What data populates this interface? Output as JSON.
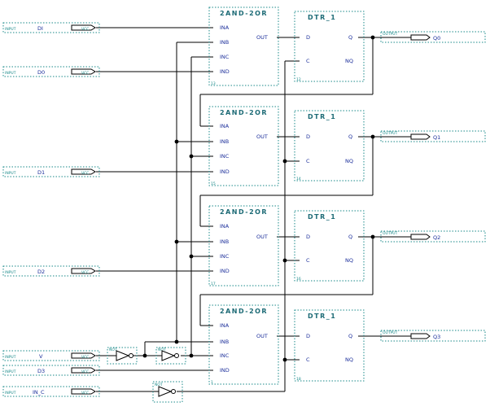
{
  "schematic": {
    "and_or_blocks": [
      {
        "title": "2AND-2OR",
        "pins": [
          "INA",
          "INB",
          "INC",
          "IND"
        ],
        "out": "OUT",
        "inst": "13"
      },
      {
        "title": "2AND-2OR",
        "pins": [
          "INA",
          "INB",
          "INC",
          "IND"
        ],
        "out": "OUT",
        "inst": "15"
      },
      {
        "title": "2AND-2OR",
        "pins": [
          "INA",
          "INB",
          "INC",
          "IND"
        ],
        "out": "OUT",
        "inst": "17"
      },
      {
        "title": "2AND-2OR",
        "pins": [
          "INA",
          "INB",
          "INC",
          "IND"
        ],
        "out": "OUT",
        "inst": "1"
      }
    ],
    "flipflops": [
      {
        "title": "DTR_1",
        "d": "D",
        "q": "Q",
        "c": "C",
        "nq": "NQ",
        "inst": "12"
      },
      {
        "title": "DTR_1",
        "d": "D",
        "q": "Q",
        "c": "C",
        "nq": "NQ",
        "inst": "14"
      },
      {
        "title": "DTR_1",
        "d": "D",
        "q": "Q",
        "c": "C",
        "nq": "NQ",
        "inst": "16"
      },
      {
        "title": "DTR_1",
        "d": "D",
        "q": "Q",
        "c": "C",
        "nq": "NQ",
        "inst": "18"
      }
    ],
    "inputs": [
      {
        "name": "DI",
        "tag": "VCC"
      },
      {
        "name": "D0",
        "tag": "VCC"
      },
      {
        "name": "D1",
        "tag": "VCC"
      },
      {
        "name": "D2",
        "tag": "VCC"
      },
      {
        "name": "V",
        "tag": "VCC"
      },
      {
        "name": "D3",
        "tag": "VCC"
      },
      {
        "name": "IN_C",
        "tag": "VCC"
      }
    ],
    "outputs": [
      {
        "name": "Q0"
      },
      {
        "name": "Q1"
      },
      {
        "name": "Q2"
      },
      {
        "name": "Q3"
      }
    ],
    "inverters": [
      {
        "tag": "NOT"
      },
      {
        "tag": "NOT"
      },
      {
        "tag": "NOT"
      }
    ],
    "pin_tag_out": "OUTPUT",
    "pin_tag_in": "INPUT"
  }
}
